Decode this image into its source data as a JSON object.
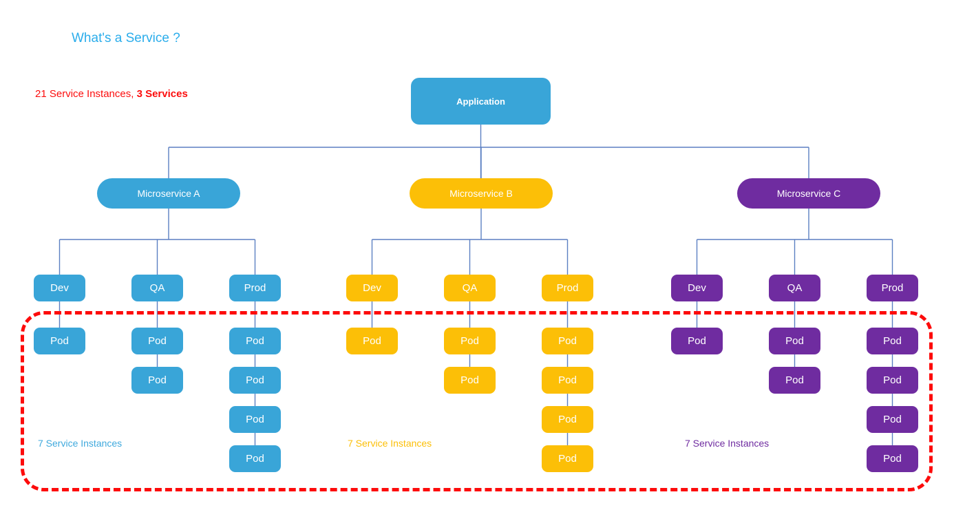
{
  "page": {
    "title": "What's a Service ?",
    "title_color": "#2badeb",
    "annotation_prefix": "21 Service Instances, ",
    "annotation_bold": "3 Services",
    "annotation_color": "#fc0d0d",
    "background": "#ffffff"
  },
  "colors": {
    "blue": "#39a5d8",
    "amber": "#fcbf07",
    "purple": "#6f2ca0",
    "connector": "#5b7fc2",
    "highlight": "#fd0b0b"
  },
  "root": {
    "label": "Application",
    "color": "#39a5d8"
  },
  "groups": [
    {
      "id": "a",
      "label": "Microservice A",
      "color": "#39a5d8",
      "instances_label": "7 Service Instances",
      "instances_color": "#3fa9dd",
      "environments": [
        {
          "label": "Dev",
          "pods": [
            "Pod"
          ]
        },
        {
          "label": "QA",
          "pods": [
            "Pod",
            "Pod"
          ]
        },
        {
          "label": "Prod",
          "pods": [
            "Pod",
            "Pod",
            "Pod",
            "Pod"
          ]
        }
      ]
    },
    {
      "id": "b",
      "label": "Microservice B",
      "color": "#fcbf07",
      "instances_label": "7 Service Instances",
      "instances_color": "#fcbf07",
      "environments": [
        {
          "label": "Dev",
          "pods": [
            "Pod"
          ]
        },
        {
          "label": "QA",
          "pods": [
            "Pod",
            "Pod"
          ]
        },
        {
          "label": "Prod",
          "pods": [
            "Pod",
            "Pod",
            "Pod",
            "Pod"
          ]
        }
      ]
    },
    {
      "id": "c",
      "label": "Microservice C",
      "color": "#6f2ca0",
      "instances_label": "7 Service Instances",
      "instances_color": "#6f2ca0",
      "environments": [
        {
          "label": "Dev",
          "pods": [
            "Pod"
          ]
        },
        {
          "label": "QA",
          "pods": [
            "Pod",
            "Pod"
          ]
        },
        {
          "label": "Prod",
          "pods": [
            "Pod",
            "Pod",
            "Pod",
            "Pod"
          ]
        }
      ]
    }
  ],
  "highlight_region": {
    "description": "service-instances-highlight"
  }
}
